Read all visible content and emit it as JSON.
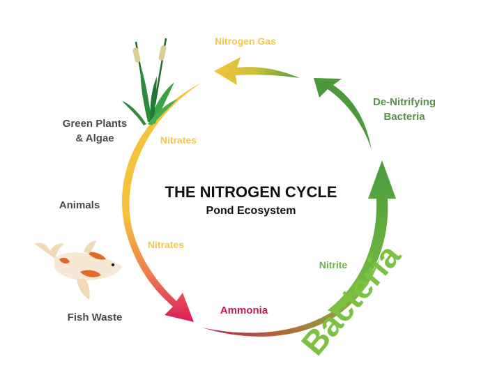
{
  "title": "THE NITROGEN CYCLE",
  "subtitle": "Pond Ecosystem",
  "labels": {
    "nitrogen_gas": "Nitrogen Gas",
    "denitrifying": [
      "De-Nitrifying",
      "Bacteria"
    ],
    "green_plants": [
      "Green Plants",
      "& Algae"
    ],
    "nitrates_top": "Nitrates",
    "animals": "Animals",
    "nitrates_bottom": "Nitrates",
    "fish_waste": "Fish Waste",
    "ammonia": "Ammonia",
    "nitrite": "Nitrite",
    "bacteria": "Bacteria"
  },
  "colors": {
    "yellow": "#f5c33b",
    "magenta": "#d81b5a",
    "green_dark": "#4a9a3c",
    "green_light": "#7cc242",
    "gray_text": "#4a4a4a",
    "nitrogen_gas_text": "#f2c94c",
    "denitrifying_text": "#5a8f4a",
    "nitrite_text": "#6fb34a",
    "ammonia_text": "#c2185b",
    "title_text": "#111111"
  },
  "icons": [
    "cattail-plant-icon",
    "koi-fish-icon"
  ]
}
